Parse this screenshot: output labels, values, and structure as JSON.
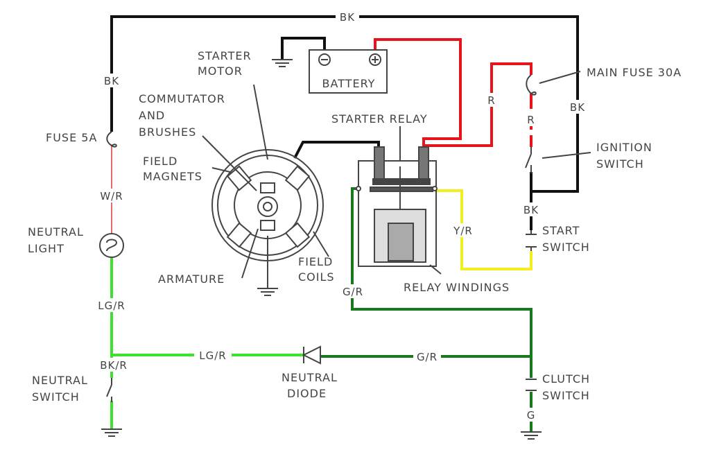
{
  "labels": {
    "battery": "BATTERY",
    "starter_motor_1": "STARTER",
    "starter_motor_2": "MOTOR",
    "commutator_1": "COMMUTATOR",
    "commutator_2": "AND",
    "commutator_3": "BRUSHES",
    "field_magnets_1": "FIELD",
    "field_magnets_2": "MAGNETS",
    "armature": "ARMATURE",
    "field_coils_1": "FIELD",
    "field_coils_2": "COILS",
    "starter_relay": "STARTER RELAY",
    "relay_windings": "RELAY WINDINGS",
    "main_fuse": "MAIN FUSE 30A",
    "ignition_switch_1": "IGNITION",
    "ignition_switch_2": "SWITCH",
    "start_switch_1": "START",
    "start_switch_2": "SWITCH",
    "clutch_switch_1": "CLUTCH",
    "clutch_switch_2": "SWITCH",
    "fuse_5a": "FUSE 5A",
    "neutral_light_1": "NEUTRAL",
    "neutral_light_2": "LIGHT",
    "neutral_switch_1": "NEUTRAL",
    "neutral_switch_2": "SWITCH",
    "neutral_diode_1": "NEUTRAL",
    "neutral_diode_2": "DIODE"
  },
  "wire_labels": {
    "bk_top": "BK",
    "bk_left": "BK",
    "wr": "W/R",
    "lgr_left": "LG/R",
    "bkr": "BK/R",
    "lgr_mid": "LG/R",
    "gr_bottom": "G/R",
    "gr_relay": "G/R",
    "yr": "Y/R",
    "r_upper": "R",
    "r_lower": "R",
    "bk_right": "BK",
    "bk_start": "BK",
    "g": "G"
  },
  "battery_terminals": {
    "negative": "−",
    "positive": "+"
  },
  "wire_colors": {
    "black": "#111111",
    "red": "#e8141c",
    "yellow": "#f2ee20",
    "light_green": "#3ee12e",
    "dark_green": "#187a1c",
    "thin_red": "#e56a6a"
  }
}
